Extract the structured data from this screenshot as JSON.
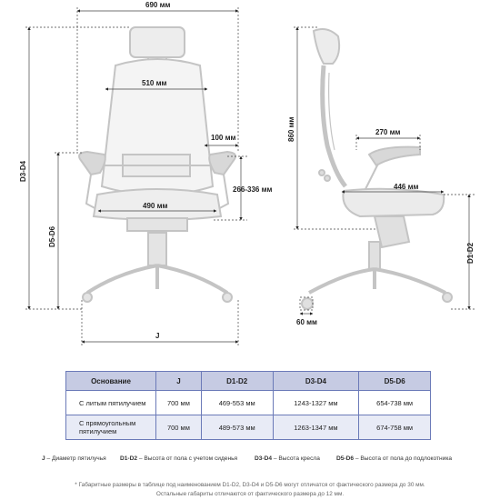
{
  "dims": {
    "width_total": "690 мм",
    "back_width": "510 мм",
    "armrest_width": "100 мм",
    "armrest_height": "266-336 мм",
    "seat_width": "490 мм",
    "d3d4_label": "D3-D4",
    "d5d6_label": "D5-D6",
    "j_label": "J",
    "height_side": "860 мм",
    "arm_depth": "270 мм",
    "seat_depth": "446 мм",
    "d1d2_label": "D1-D2",
    "caster": "60 мм"
  },
  "table": {
    "headers": [
      "Основание",
      "J",
      "D1-D2",
      "D3-D4",
      "D5-D6"
    ],
    "rows": [
      [
        "С литым пятилучием",
        "700 мм",
        "469-553 мм",
        "1243-1327 мм",
        "654-738 мм"
      ],
      [
        "С прямоугольным пятилучием",
        "700 мм",
        "489-573 мм",
        "1263-1347 мм",
        "674-758 мм"
      ]
    ]
  },
  "legend": {
    "j_key": "J",
    "j_text": " – Диаметр пятилучья",
    "d12_key": "D1-D2",
    "d12_text": " – Высота от пола с учетом сиденья",
    "d34_key": "D3-D4",
    "d34_text": " – Высота кресла",
    "d56_key": "D5-D6",
    "d56_text": " – Высота от пола до подлокотника"
  },
  "notes": {
    "line1": "* Габаритные размеры в таблице под наименованием D1-D2, D3-D4 и D5-D6 могут отличатся от фактического размера до 30 мм.",
    "line2": "Остальные габариты отличаются от фактического размера до 12 мм."
  },
  "colors": {
    "chair_stroke": "#bdbdbd",
    "chair_fill": "#e2e2e2",
    "table_border": "#6b7ab8",
    "table_header": "#c6cbe3",
    "table_alt_row": "#e8ebf6"
  }
}
